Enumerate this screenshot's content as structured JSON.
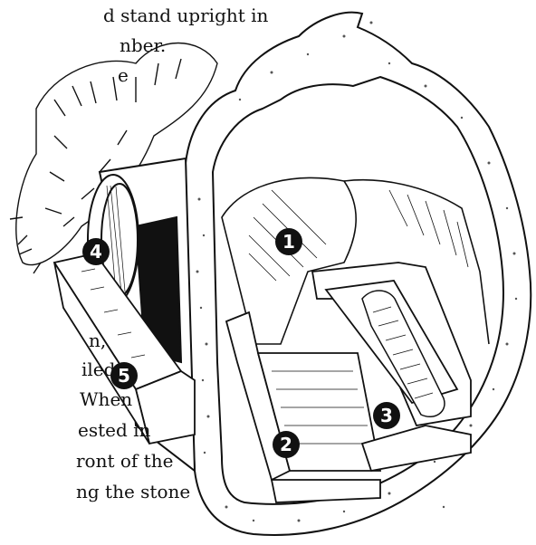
{
  "text_lines_top": [
    "d stand upright in",
    "nber.",
    "e"
  ],
  "text_lines_bottom": [
    "n,",
    "iled",
    "When",
    "ested in",
    "ront of the",
    "ng the stone"
  ],
  "markers": {
    "m1": "1",
    "m2": "2",
    "m3": "3",
    "m4": "4",
    "m5": "5"
  },
  "colors": {
    "ink": "#111111",
    "paper": "#ffffff",
    "stone_speckle": "#555555"
  }
}
